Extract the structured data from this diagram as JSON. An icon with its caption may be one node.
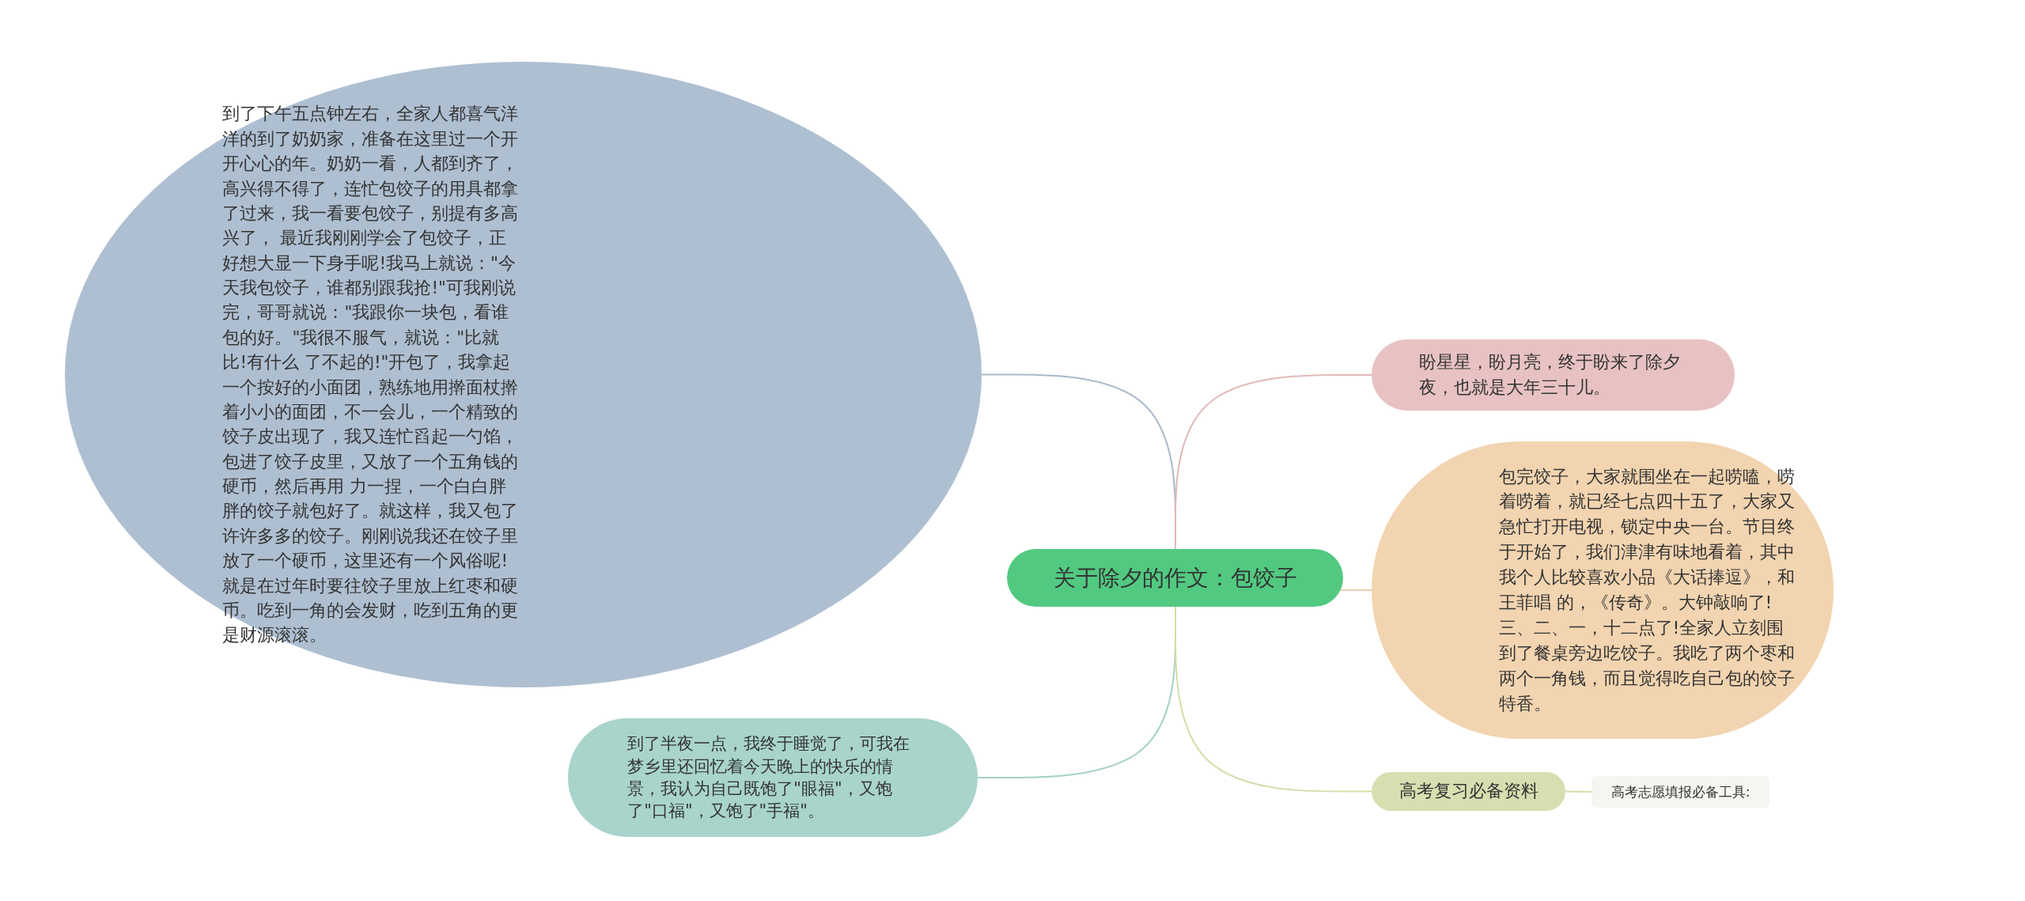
{
  "diagram": {
    "nodes": [
      {
        "text": [
          "关于除夕的作文：包饺子"
        ]
      },
      {
        "text": [
          "到了下午五点钟左右，全家人都喜气洋洋的到了奶奶家，准备在这里过一个开开心心的年。奶奶一看，人都到齐了，高兴得不得了，连忙包饺子的用具都拿了过来，我一看要包饺子，别提有多高兴了， 最近我刚刚学会了包饺子，正好想大显一下身手呢!我马上就说：\"今天我包饺子，谁都别跟我抢!\"可我刚说完，哥哥就说：\"我跟你一块包，看谁包的好。\"我很不服气，就说：\"比就比!有什么 了不起的!\"开包了，我拿起一个按好的小面团，熟练地用擀面杖擀着小小的面团，不一会儿，一个精致的饺子皮出现了，我又连忙舀起一勺馅，包进了饺子皮里，又放了一个五角钱的硬币，然后再用 力一捏，一个白白胖胖的饺子就包好了。就这样，我又包了许许多多的饺子。刚刚说我还在饺子里放了一个硬币，这里还有一个风俗呢!就是在过年时要往饺子里放上红枣和硬币。吃到一角的会发财，吃到五角的更是财源滚滚。"
        ]
      },
      {
        "text": [
          "到了半夜一点，我终于睡觉了，可我在梦乡里还回忆着今天晚上的快乐的情景，我认为自己既饱了\"眼福\"，又饱了\"口福\"，又饱了\"手福\"。"
        ]
      },
      {
        "text": [
          "盼星星，盼月亮，终于盼来了除夕夜，也就是大年三十儿。"
        ]
      },
      {
        "text": [
          "包完饺子，大家就围坐在一起唠嗑，唠着唠着，就已经七点四十五了，大家又急忙打开电视，锁定中央一台。节目终于开始了，我们津津有味地看着，其中我个人比较喜欢小品《大话捧逗》，和王菲唱 的，《传奇》。大钟敲响了!三、二、一，十二点了!全家人立刻围到了餐桌旁边吃饺子。我吃了两个枣和两个一角钱，而且觉得吃自己包的饺子特香。"
        ]
      },
      {
        "text": [
          "高考复习必备资料"
        ]
      },
      {
        "text": [
          "高考志愿填报必备工具:"
        ]
      }
    ],
    "edges": [
      {
        "from": 0,
        "to": 1,
        "arrow": "none",
        "color": "#a9b9cc"
      },
      {
        "from": 0,
        "to": 2,
        "arrow": "none",
        "color": "#a3d1c8"
      },
      {
        "from": 0,
        "to": 3,
        "arrow": "none",
        "color": "#e3b8b8"
      },
      {
        "from": 0,
        "to": 4,
        "arrow": "none",
        "color": "#f0d0b0"
      },
      {
        "from": 0,
        "to": 5,
        "arrow": "none",
        "color": "#d6dca8"
      },
      {
        "from": 5,
        "to": 6,
        "arrow": "none",
        "color": "#d6dca8"
      }
    ]
  }
}
